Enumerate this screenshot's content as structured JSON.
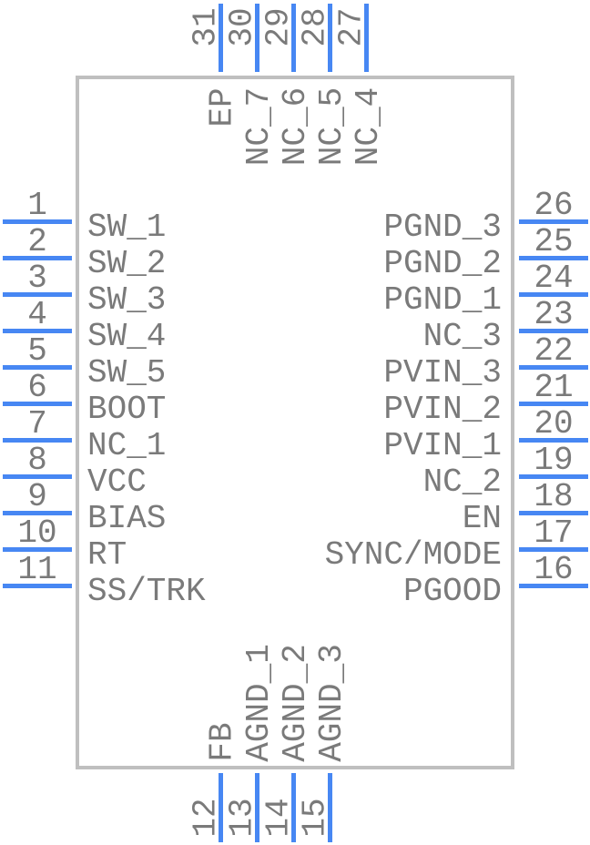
{
  "diagram": {
    "colors": {
      "pin_line": "#4787f3",
      "text": "#7a7a7a",
      "body_border": "#bfbfbf",
      "background": "#ffffff"
    },
    "pins": {
      "left": [
        {
          "number": "1",
          "label": "SW_1"
        },
        {
          "number": "2",
          "label": "SW_2"
        },
        {
          "number": "3",
          "label": "SW_3"
        },
        {
          "number": "4",
          "label": "SW_4"
        },
        {
          "number": "5",
          "label": "SW_5"
        },
        {
          "number": "6",
          "label": "BOOT"
        },
        {
          "number": "7",
          "label": "NC_1"
        },
        {
          "number": "8",
          "label": "VCC"
        },
        {
          "number": "9",
          "label": "BIAS"
        },
        {
          "number": "10",
          "label": "RT"
        },
        {
          "number": "11",
          "label": "SS/TRK"
        }
      ],
      "right": [
        {
          "number": "26",
          "label": "PGND_3"
        },
        {
          "number": "25",
          "label": "PGND_2"
        },
        {
          "number": "24",
          "label": "PGND_1"
        },
        {
          "number": "23",
          "label": "NC_3"
        },
        {
          "number": "22",
          "label": "PVIN_3"
        },
        {
          "number": "21",
          "label": "PVIN_2"
        },
        {
          "number": "20",
          "label": "PVIN_1"
        },
        {
          "number": "19",
          "label": "NC_2"
        },
        {
          "number": "18",
          "label": "EN"
        },
        {
          "number": "17",
          "label": "SYNC/MODE"
        },
        {
          "number": "16",
          "label": "PGOOD"
        }
      ],
      "top": [
        {
          "number": "31",
          "label": "EP"
        },
        {
          "number": "30",
          "label": "NC_7"
        },
        {
          "number": "29",
          "label": "NC_6"
        },
        {
          "number": "28",
          "label": "NC_5"
        },
        {
          "number": "27",
          "label": "NC_4"
        }
      ],
      "bottom": [
        {
          "number": "12",
          "label": "FB"
        },
        {
          "number": "13",
          "label": "AGND_1"
        },
        {
          "number": "14",
          "label": "AGND_2"
        },
        {
          "number": "15",
          "label": "AGND_3"
        }
      ]
    }
  }
}
